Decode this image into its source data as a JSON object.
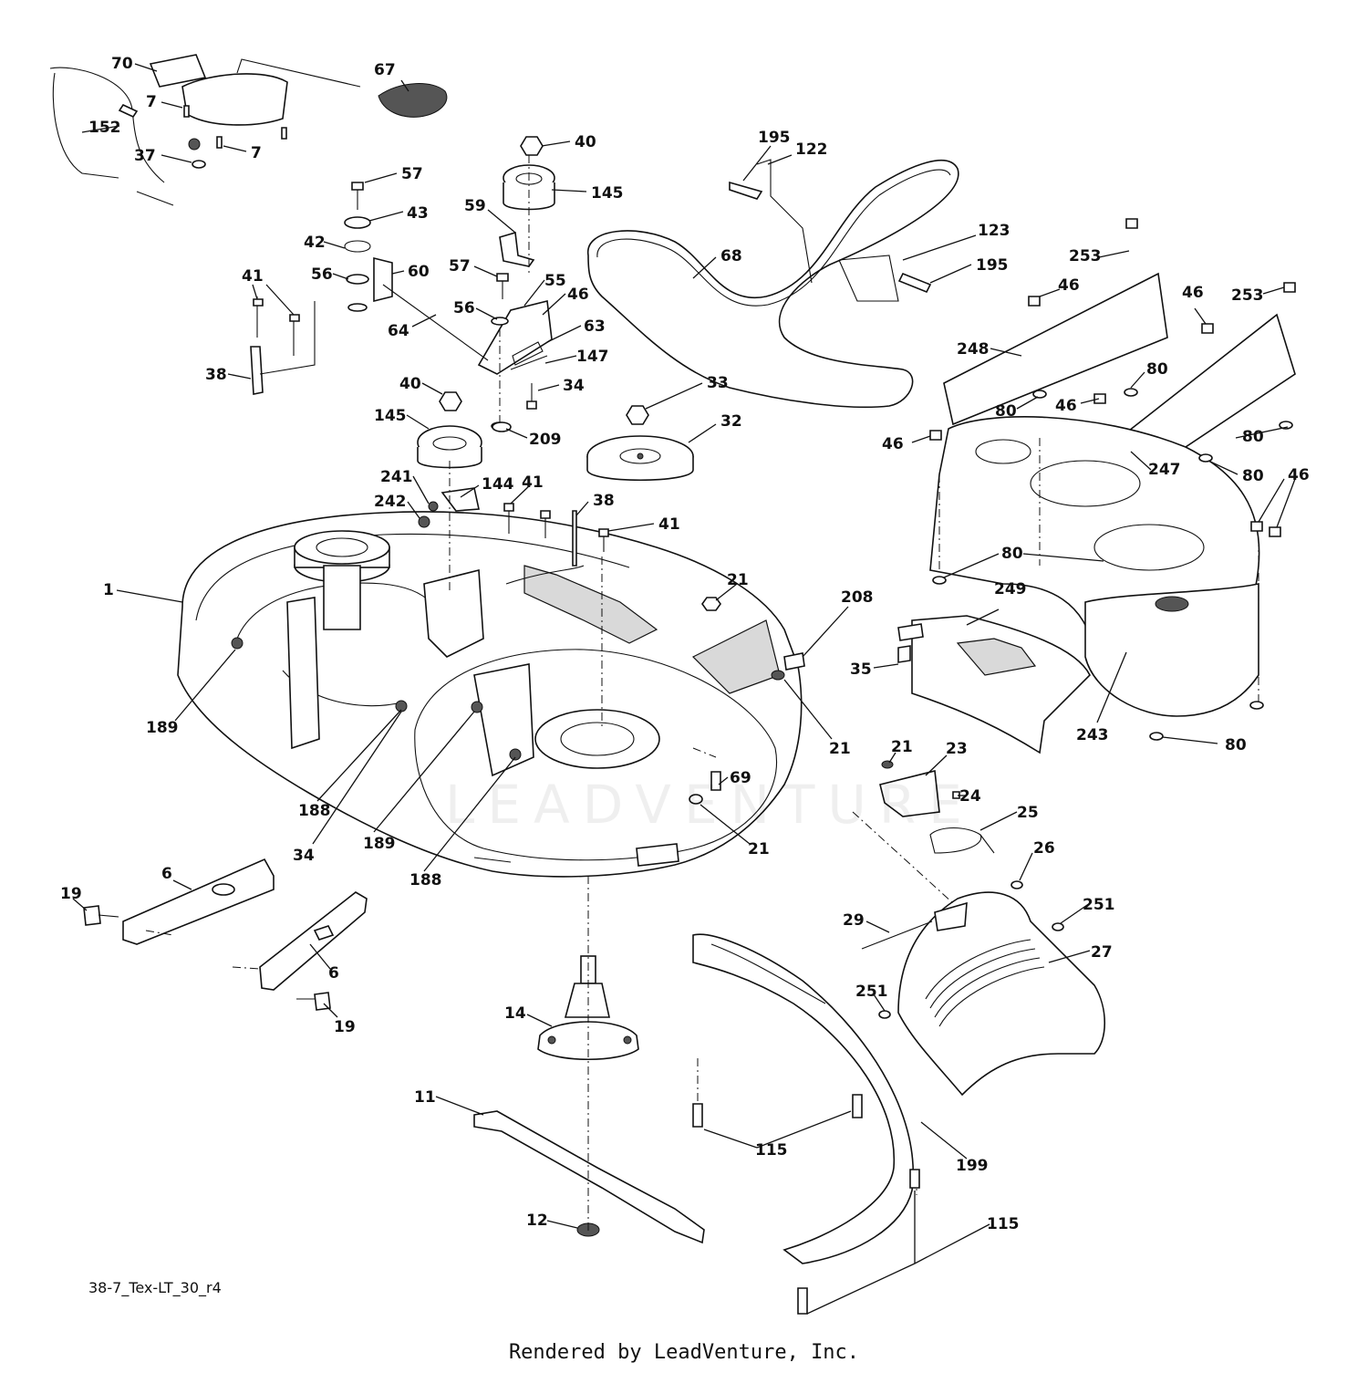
{
  "diagram": {
    "drawing_code": "38-7_Tex-LT_30_r4",
    "credit": "Rendered by LeadVenture, Inc.",
    "watermark": "LEADVENTURE"
  },
  "callouts": [
    {
      "id": "c1",
      "text": "70"
    },
    {
      "id": "c2",
      "text": "67"
    },
    {
      "id": "c3",
      "text": "7"
    },
    {
      "id": "c4",
      "text": "152"
    },
    {
      "id": "c5",
      "text": "7"
    },
    {
      "id": "c6",
      "text": "37"
    },
    {
      "id": "c7",
      "text": "57"
    },
    {
      "id": "c8",
      "text": "43"
    },
    {
      "id": "c9",
      "text": "42"
    },
    {
      "id": "c10",
      "text": "56"
    },
    {
      "id": "c11",
      "text": "60"
    },
    {
      "id": "c12",
      "text": "41"
    },
    {
      "id": "c13",
      "text": "38"
    },
    {
      "id": "c14",
      "text": "64"
    },
    {
      "id": "c15",
      "text": "40"
    },
    {
      "id": "c16",
      "text": "145"
    },
    {
      "id": "c17",
      "text": "59"
    },
    {
      "id": "c18",
      "text": "57"
    },
    {
      "id": "c19",
      "text": "55"
    },
    {
      "id": "c20",
      "text": "56"
    },
    {
      "id": "c21",
      "text": "46"
    },
    {
      "id": "c22",
      "text": "63"
    },
    {
      "id": "c23",
      "text": "147"
    },
    {
      "id": "c24",
      "text": "34"
    },
    {
      "id": "c25",
      "text": "40"
    },
    {
      "id": "c26",
      "text": "145"
    },
    {
      "id": "c27",
      "text": "209"
    },
    {
      "id": "c28",
      "text": "195"
    },
    {
      "id": "c29",
      "text": "122"
    },
    {
      "id": "c30",
      "text": "68"
    },
    {
      "id": "c31",
      "text": "123"
    },
    {
      "id": "c32",
      "text": "195"
    },
    {
      "id": "c33",
      "text": "33"
    },
    {
      "id": "c34",
      "text": "32"
    },
    {
      "id": "c35",
      "text": "241"
    },
    {
      "id": "c36",
      "text": "144"
    },
    {
      "id": "c37",
      "text": "242"
    },
    {
      "id": "c38",
      "text": "41"
    },
    {
      "id": "c39",
      "text": "38"
    },
    {
      "id": "c40",
      "text": "41"
    },
    {
      "id": "c41",
      "text": "1"
    },
    {
      "id": "c42",
      "text": "253"
    },
    {
      "id": "c43",
      "text": "46"
    },
    {
      "id": "c44",
      "text": "46"
    },
    {
      "id": "c45",
      "text": "253"
    },
    {
      "id": "c46",
      "text": "248"
    },
    {
      "id": "c47",
      "text": "80"
    },
    {
      "id": "c48",
      "text": "80"
    },
    {
      "id": "c49",
      "text": "46"
    },
    {
      "id": "c50",
      "text": "46"
    },
    {
      "id": "c51",
      "text": "80"
    },
    {
      "id": "c52",
      "text": "247"
    },
    {
      "id": "c53",
      "text": "80"
    },
    {
      "id": "c54",
      "text": "46"
    },
    {
      "id": "c55",
      "text": "80"
    },
    {
      "id": "c56",
      "text": "21"
    },
    {
      "id": "c57",
      "text": "208"
    },
    {
      "id": "c58",
      "text": "249"
    },
    {
      "id": "c59",
      "text": "35"
    },
    {
      "id": "c60",
      "text": "243"
    },
    {
      "id": "c61",
      "text": "80"
    },
    {
      "id": "c62",
      "text": "189"
    },
    {
      "id": "c63",
      "text": "21"
    },
    {
      "id": "c64",
      "text": "188"
    },
    {
      "id": "c65",
      "text": "34"
    },
    {
      "id": "c66",
      "text": "189"
    },
    {
      "id": "c67",
      "text": "188"
    },
    {
      "id": "c68",
      "text": "69"
    },
    {
      "id": "c69",
      "text": "21"
    },
    {
      "id": "c70",
      "text": "21"
    },
    {
      "id": "c71",
      "text": "23"
    },
    {
      "id": "c72",
      "text": "24"
    },
    {
      "id": "c73",
      "text": "25"
    },
    {
      "id": "c74",
      "text": "26"
    },
    {
      "id": "c75",
      "text": "251"
    },
    {
      "id": "c76",
      "text": "19"
    },
    {
      "id": "c77",
      "text": "6"
    },
    {
      "id": "c78",
      "text": "29"
    },
    {
      "id": "c79",
      "text": "27"
    },
    {
      "id": "c80",
      "text": "6"
    },
    {
      "id": "c81",
      "text": "19"
    },
    {
      "id": "c82",
      "text": "14"
    },
    {
      "id": "c83",
      "text": "251"
    },
    {
      "id": "c84",
      "text": "11"
    },
    {
      "id": "c85",
      "text": "115"
    },
    {
      "id": "c86",
      "text": "199"
    },
    {
      "id": "c87",
      "text": "12"
    },
    {
      "id": "c88",
      "text": "115"
    }
  ]
}
